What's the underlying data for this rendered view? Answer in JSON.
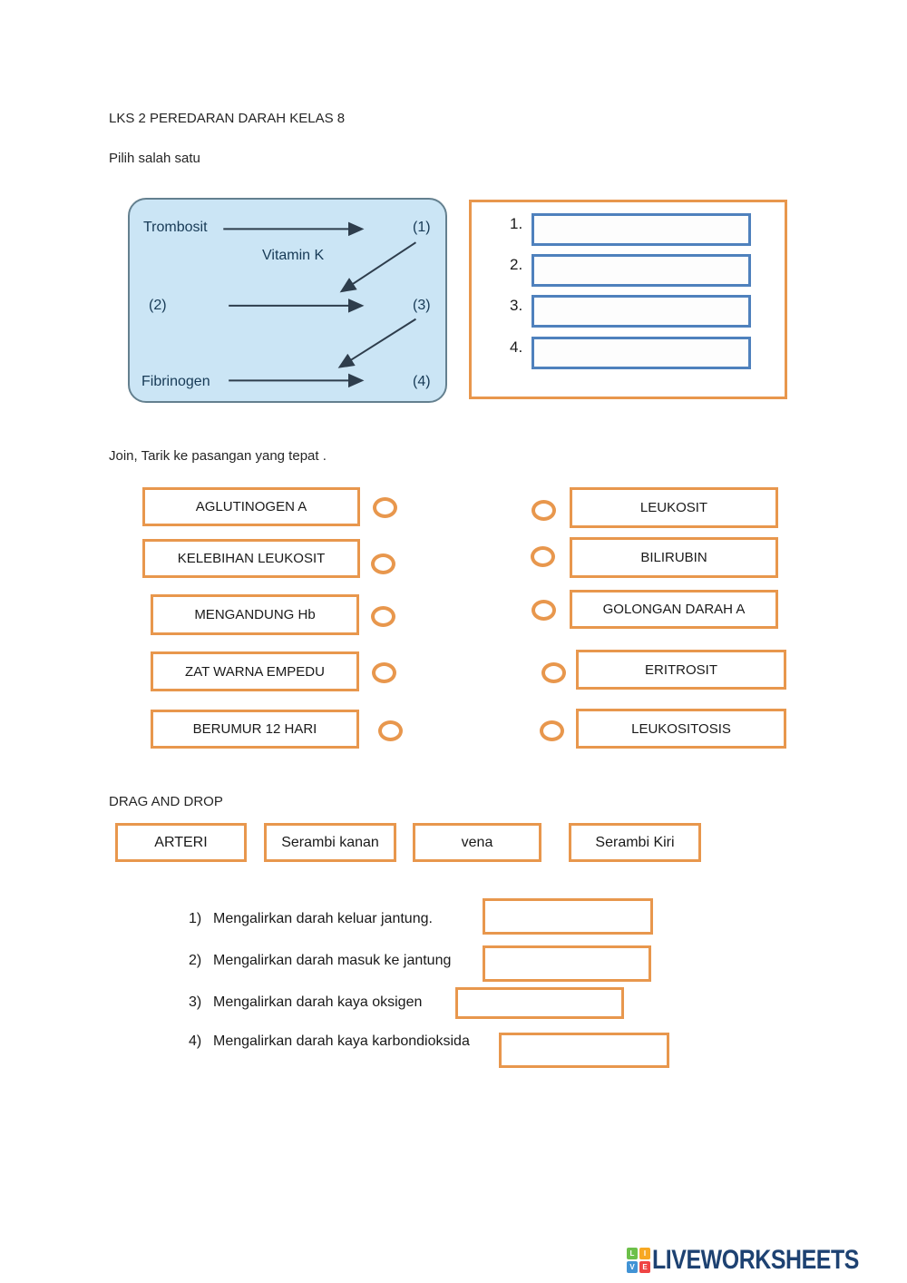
{
  "page": {
    "title": "LKS 2 PEREDARAN DARAH KELAS 8",
    "choose_one_label": "Pilih salah satu",
    "join_label": "Join, Tarik ke pasangan yang tepat .",
    "dragdrop_label": "DRAG AND DROP"
  },
  "diagram": {
    "row1_left": "Trombosit",
    "row1_right": "(1)",
    "middle_label": "Vitamin K",
    "row2_left": "(2)",
    "row2_right": "(3)",
    "row3_left": "Fibrinogen",
    "row3_right": "(4)",
    "bg_color": "#cbe5f5",
    "border_color": "#64808f",
    "text_color": "#173a56"
  },
  "answers": {
    "numbers": [
      "1.",
      "2.",
      "3.",
      "4."
    ],
    "input_values": [
      "",
      "",
      "",
      ""
    ]
  },
  "matching": {
    "left_items": [
      "AGLUTINOGEN A",
      "KELEBIHAN LEUKOSIT",
      "MENGANDUNG Hb",
      "ZAT WARNA EMPEDU",
      "BERUMUR 12 HARI"
    ],
    "right_items": [
      "LEUKOSIT",
      "BILIRUBIN",
      "GOLONGAN DARAH A",
      "ERITROSIT",
      "LEUKOSITOSIS"
    ]
  },
  "dragdrop": {
    "draggables": [
      "ARTERI",
      "Serambi kanan",
      "vena",
      "Serambi Kiri"
    ],
    "questions": [
      {
        "number": "1)",
        "text": "Mengalirkan darah keluar jantung."
      },
      {
        "number": "2)",
        "text": "Mengalirkan darah masuk ke jantung"
      },
      {
        "number": "3)",
        "text": "Mengalirkan darah kaya oksigen"
      },
      {
        "number": "4)",
        "text": "Mengalirkan darah kaya karbondioksida"
      }
    ]
  },
  "footer": {
    "logo_text": "LIVEWORKSHEETS",
    "logo_text_color": "#1e4272",
    "logo_squares": [
      {
        "letter": "L",
        "color": "#6cc04a"
      },
      {
        "letter": "I",
        "color": "#f7a823"
      },
      {
        "letter": "V",
        "color": "#4193d5"
      },
      {
        "letter": "E",
        "color": "#ef4444"
      }
    ]
  },
  "colors": {
    "accent_orange": "#e8974d",
    "input_border_blue": "#4f81bd"
  }
}
